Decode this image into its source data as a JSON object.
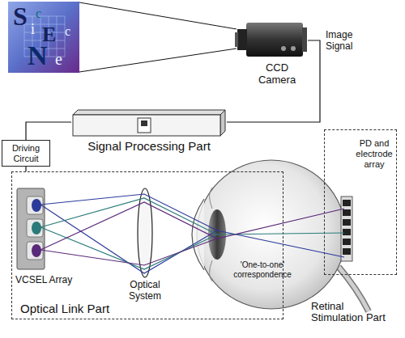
{
  "diagram": {
    "nodes": [
      {
        "text": [
          "CCD Camera"
        ]
      },
      {
        "text": [
          "Signal Processing Part"
        ]
      },
      {
        "text": [
          "Driving Circuit"
        ]
      },
      {
        "text": [
          "Optical Link Part"
        ]
      },
      {
        "text": [
          "VCSEL Array"
        ],
        "in": 3
      },
      {
        "text": [
          "Optical System"
        ],
        "in": 3
      },
      {
        "text": [
          "PD and electrode array"
        ]
      }
    ],
    "edges": [
      {
        "from": 0,
        "to": 1,
        "label": "Image Signal",
        "arrow": "none"
      },
      {
        "from": 1,
        "to": 2,
        "arrow": "none"
      },
      {
        "from": 2,
        "to": 3,
        "arrow": "none"
      }
    ],
    "labels": [
      "S",
      "c",
      "i",
      "E",
      "c",
      "N",
      "e",
      "'One-to-one' correspondence",
      "Retinal Stimulation Part"
    ]
  }
}
